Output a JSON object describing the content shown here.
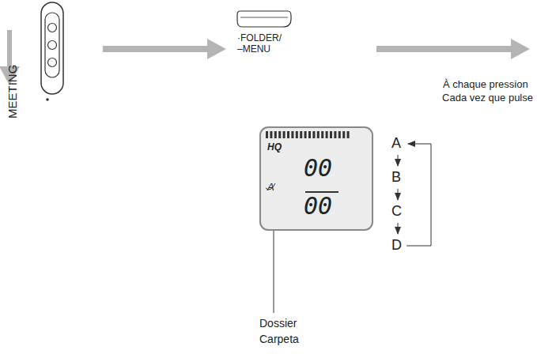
{
  "diagram": {
    "nodes": [
      {
        "text": [
          "MEETING"
        ]
      },
      {
        "text": [
          "·FOLDER/",
          "–MENU"
        ]
      },
      {
        "text": [
          "HQ",
          "A",
          "00",
          "00"
        ]
      }
    ],
    "edges": [
      {
        "from": 0,
        "to": 1,
        "arrow": "to"
      }
    ],
    "labels": [
      "À chaque pression",
      "Cada vez que pulse",
      "A",
      "B",
      "C",
      "D",
      "Dossier",
      "Carpeta"
    ]
  }
}
